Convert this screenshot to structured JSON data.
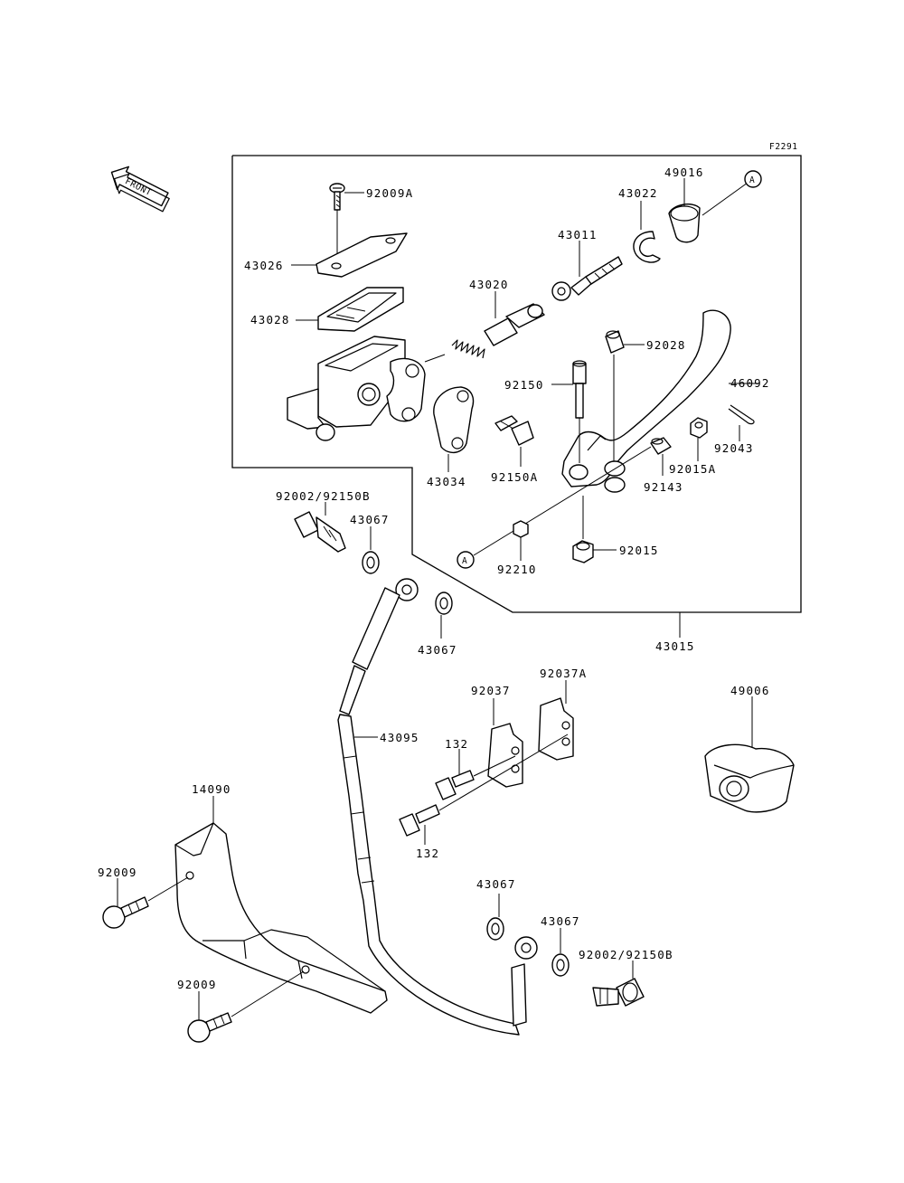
{
  "figure_code": "F2291",
  "front_label": "FRONT",
  "ref_marker": "A",
  "parts": {
    "p92009A": "92009A",
    "p43026": "43026",
    "p43028": "43028",
    "p43020": "43020",
    "p43011": "43011",
    "p43022": "43022",
    "p49016": "49016",
    "p92028": "92028",
    "p92150": "92150",
    "p46092": "46092",
    "p43034": "43034",
    "p92150A": "92150A",
    "p92043": "92043",
    "p92015A": "92015A",
    "p92143": "92143",
    "p92002_92150B_top": "92002/92150B",
    "p43067_a": "43067",
    "p43067_b": "43067",
    "p43067_c": "43067",
    "p43067_d": "43067",
    "p92015": "92015",
    "p92210": "92210",
    "p43015": "43015",
    "p43095": "43095",
    "p92037": "92037",
    "p92037A": "92037A",
    "p132_a": "132",
    "p132_b": "132",
    "p49006": "49006",
    "p14090": "14090",
    "p92009_a": "92009",
    "p92009_b": "92009",
    "p92002_92150B_bottom": "92002/92150B"
  }
}
